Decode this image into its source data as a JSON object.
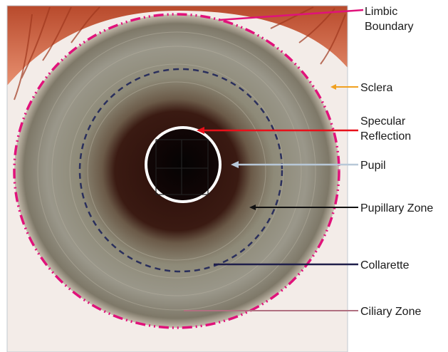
{
  "labels": {
    "limbic_boundary": [
      "Limbic",
      "Boundary"
    ],
    "sclera": "Sclera",
    "specular_reflection": [
      "Specular",
      "Reflection"
    ],
    "pupil": "Pupil",
    "pupillary_zone": "Pupillary Zone",
    "collarette": "Collarette",
    "ciliary_zone": "Ciliary Zone"
  },
  "colors": {
    "limbic_boundary": "#e0127a",
    "collarette": "#2a2f5c",
    "sclera_arrow": "#f0a020",
    "specular_arrow": "#e8101a",
    "pupil_arrow": "#b8c8d8",
    "pupillary_zone_arrow": "#111111",
    "collarette_arrow": "#1e1e4a",
    "ciliary_zone_arrow": "#b07080"
  }
}
